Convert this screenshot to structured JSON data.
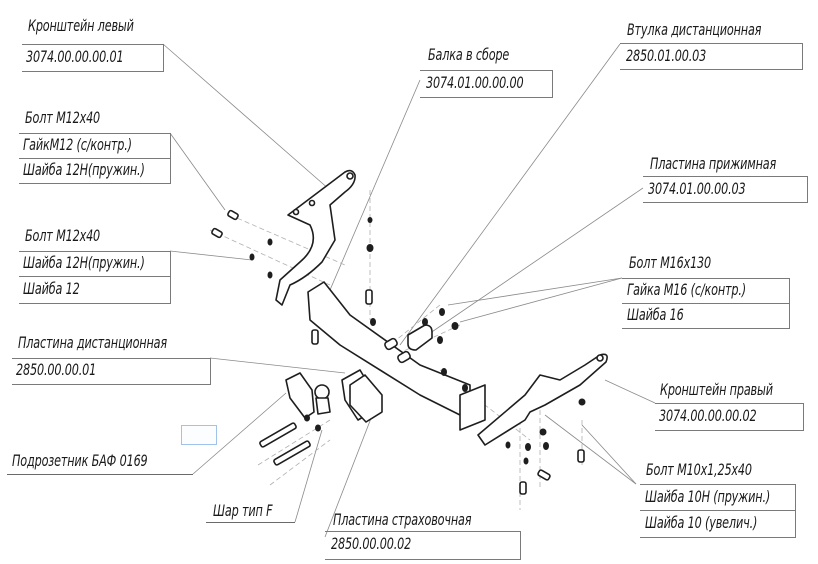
{
  "title": "Фаркоп — схема сборки",
  "callouts": [
    {
      "id": "bracket-left",
      "lines": [
        "Кронштейн левый",
        "3074.00.00.00.01"
      ]
    },
    {
      "id": "bolt-group-1",
      "lines": [
        "Болт M12x40",
        "ГайкM12 (с/контр.)",
        "Шайба 12Н(пружин.)"
      ]
    },
    {
      "id": "bolt-group-2",
      "lines": [
        "Болт M12x40",
        "Шайба 12Н(пружин.)",
        "Шайба 12"
      ]
    },
    {
      "id": "spacer-plate",
      "lines": [
        "Пластина дистанционная",
        "2850.00.00.01"
      ]
    },
    {
      "id": "socket-holder",
      "lines": [
        "Подрозетник БАФ 0169"
      ]
    },
    {
      "id": "ball",
      "lines": [
        "Шар тип F"
      ]
    },
    {
      "id": "safety-plate",
      "lines": [
        "Пластина страховочная",
        "2850.00.00.02"
      ]
    },
    {
      "id": "beam",
      "lines": [
        "Балка в сборе",
        "3074.01.00.00.00"
      ]
    },
    {
      "id": "spacer-sleeve",
      "lines": [
        "Втулка дистанционная",
        "2850.01.00.03"
      ]
    },
    {
      "id": "clamp-plate",
      "lines": [
        "Пластина прижимная",
        "3074.01.00.00.03"
      ]
    },
    {
      "id": "bolt-group-m16",
      "lines": [
        "Болт M16x130",
        "Гайка M16 (с/контр.)",
        "Шайба 16"
      ]
    },
    {
      "id": "bracket-right",
      "lines": [
        "Кронштейн правый",
        "3074.00.00.00.02"
      ]
    },
    {
      "id": "bolt-group-m10",
      "lines": [
        "Болт M10x1,25x40",
        "Шайба 10Н (пружин.)",
        "Шайба 10 (увелич.)"
      ]
    }
  ]
}
